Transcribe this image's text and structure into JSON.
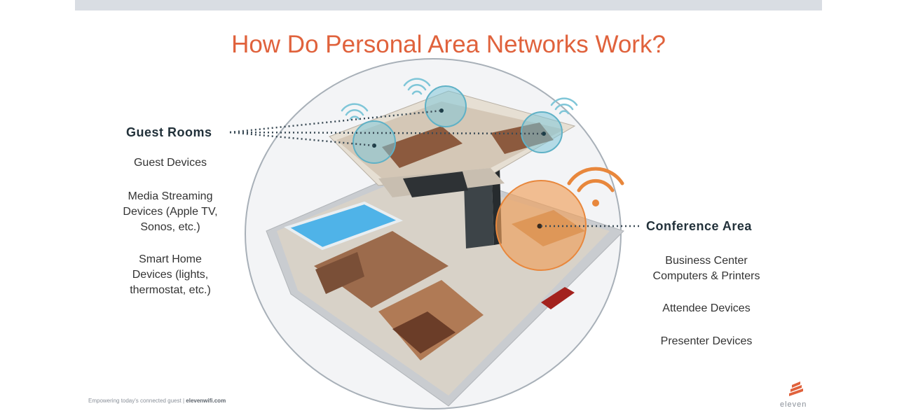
{
  "title": "How Do Personal Area Networks Work?",
  "left": {
    "heading": "Guest Rooms",
    "items": [
      [
        "Guest Devices"
      ],
      [
        "Media Streaming",
        "Devices (Apple TV,",
        "Sonos, etc.)"
      ],
      [
        "Smart Home",
        "Devices (lights,",
        "thermostat, etc.)"
      ]
    ]
  },
  "right": {
    "heading": "Conference Area",
    "items": [
      [
        "Business Center",
        "Computers & Printers"
      ],
      [
        "Attendee Devices"
      ],
      [
        "Presenter Devices"
      ]
    ]
  },
  "footer": {
    "tagline": "Empowering today's connected guest",
    "separator": "|",
    "website": "elevenwifi.com"
  },
  "logo": {
    "text": "eleven"
  },
  "colors": {
    "title": "#e0623c",
    "guest_zone": "#7fc6d8",
    "conference_zone": "#f0a05a",
    "pool": "#4fb3e8"
  }
}
